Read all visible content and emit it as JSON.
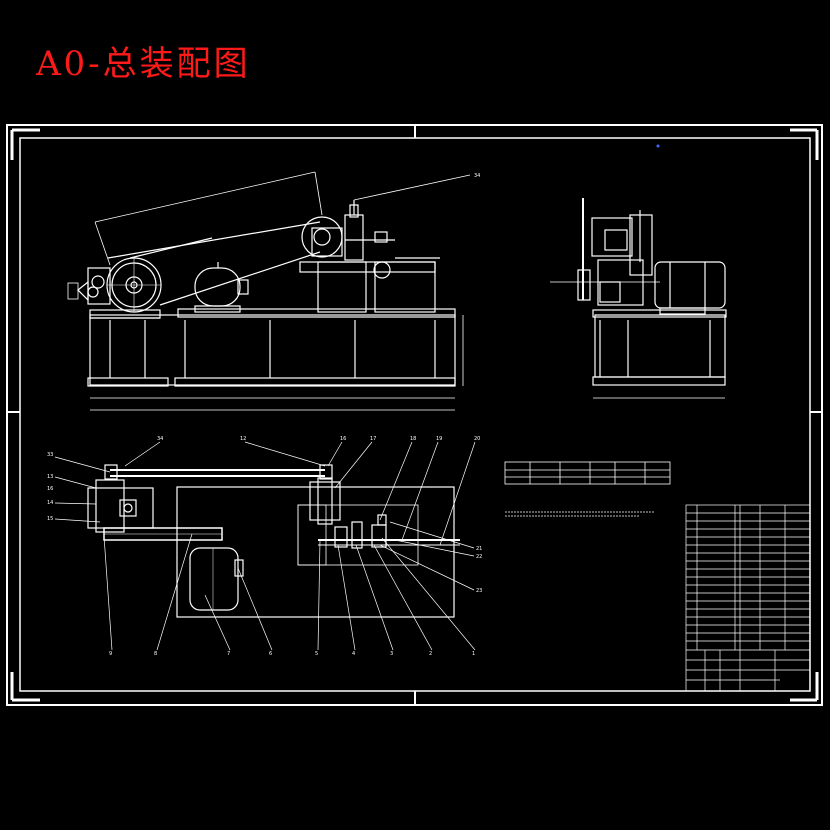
{
  "title": "A0-总装配图",
  "colors": {
    "background": "#000000",
    "lines": "#ffffff",
    "title": "#ff1a1a"
  },
  "front_view_labels": [
    "34"
  ],
  "plan_view_labels_top": [
    "33",
    "34",
    "12",
    "16",
    "17",
    "18",
    "19",
    "20"
  ],
  "plan_view_labels_left": [
    "13",
    "14",
    "15",
    "16"
  ],
  "plan_view_labels_bottom": [
    "9",
    "8",
    "7",
    "6",
    "5",
    "4",
    "3",
    "2",
    "1"
  ],
  "plan_view_labels_right": [
    "21",
    "22",
    "23"
  ]
}
